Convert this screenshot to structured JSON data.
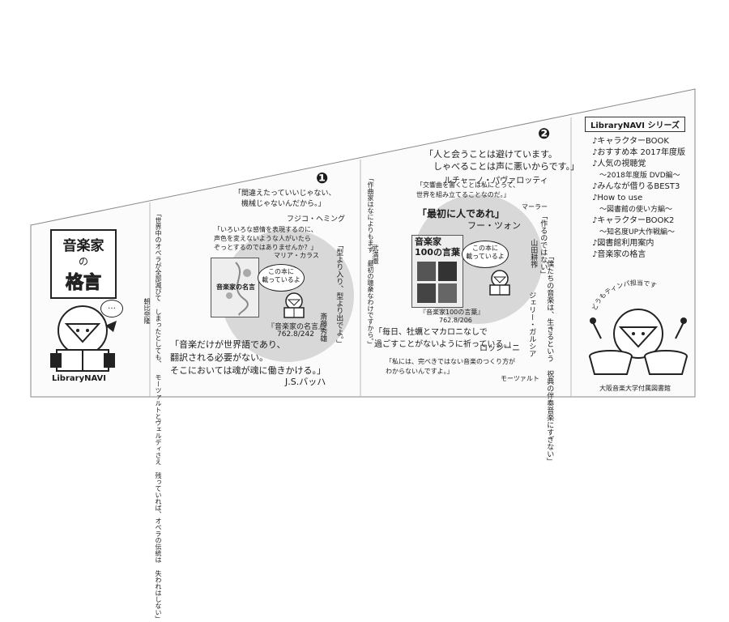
{
  "cover": {
    "title_line1": "音楽家",
    "title_line2": "の",
    "title_line3": "格言",
    "brand": "LibraryNAVI",
    "speech": "…"
  },
  "panel1": {
    "number": "❶",
    "q1_text": "「世界中のオペラが全部滅びて\nしまったとしても、\nモーツァルトとヴェルディさえ\n残っていれば、オペラの伝統は\n失われはしない」",
    "q1_author": "朝比奈隆",
    "q2_text": "「間違えたっていいじゃない、\n　機械じゃないんだから。」",
    "q2_author": "フジコ・ヘミング",
    "q3_text": "「いろいろな感情を表現するのに、\n声色を変えないような人がいたら\nぞっとするのではありませんか？」",
    "q3_author": "マリア・カラス",
    "q4_text": "「型より入り、型より出でよ。」",
    "q4_author": "斎藤秀雄",
    "book_title": "音楽家の名言",
    "book_caption": "『音楽家の名言』",
    "book_call": "762.8/242",
    "bubble": "この本に\n載っているよ",
    "q5_text": "「音楽だけが世界語であり、\n翻訳される必要がない。\nそこにおいては魂が魂に働きかける。」",
    "q5_author": "J.S.バッハ"
  },
  "panel2": {
    "number": "❷",
    "q1_text": "「人と会うことは避けています。\n　しゃべることは声に悪いからです。」",
    "q1_author": "ルチャーノ・パヴァロッティ",
    "q2_text": "「作曲家はなによりもまず\n最初の聴衆なわけですから。」",
    "q2_author": "武満徹",
    "q3_text": "「交響曲を書くことは私にとって、\n世界を組み立てることなのだ。」",
    "q3_author": "マーラー",
    "q4_text": "「最初に人であれ」",
    "q4_author": "フー・ツォン",
    "q5_text": "「作るのではない」",
    "q5_author": "山田耕筰",
    "book_title": "音楽家\n100の言葉",
    "book_caption": "『音楽家100の言葉』",
    "book_call": "762.8/206",
    "bubble": "この本に\n載っているよ",
    "q6_text": "「僕たちの音楽は、生きるという\n祝典の伴奏音楽にすぎない」",
    "q6_author": "ジェリー・ガルシア",
    "q7_text": "「毎日、牡蠣とマカロニなしで\n過ごすことがないように祈っている。」",
    "q7_author": "ロッシーニ",
    "q8_text": "「私には、完べきではない音楽のつくり方が\nわからないんですよ。」",
    "q8_author": "モーツァルト"
  },
  "back": {
    "series_label": "LibraryNAVI シリーズ",
    "menu": [
      "♪キャラクターBOOK",
      "♪おすすめ本 2017年度版",
      "♪人気の視聴覚",
      "　〜2018年度版 DVD編〜",
      "♪みんなが借りるBEST3",
      "♪How to use",
      "　〜図書館の使い方編〜",
      "♪キャラクターBOOK2",
      "　〜知名度UP大作戦編〜",
      "♪図書館利用案内",
      "♪音楽家の格言"
    ],
    "curve_text": "どうもティンパ担当です",
    "library": "大阪音楽大学付属図書館"
  }
}
